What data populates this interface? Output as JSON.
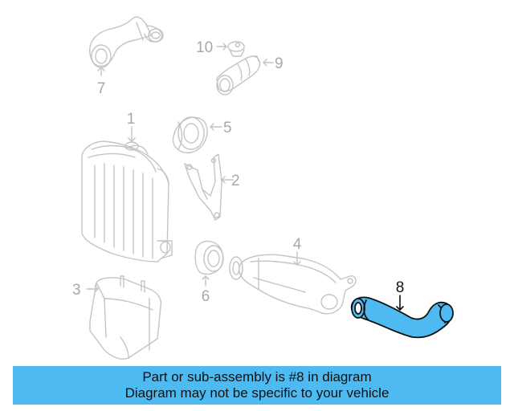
{
  "diagram": {
    "callouts": [
      {
        "id": "1",
        "label": "1"
      },
      {
        "id": "2",
        "label": "2"
      },
      {
        "id": "3",
        "label": "3"
      },
      {
        "id": "4",
        "label": "4"
      },
      {
        "id": "5",
        "label": "5"
      },
      {
        "id": "6",
        "label": "6"
      },
      {
        "id": "7",
        "label": "7"
      },
      {
        "id": "8",
        "label": "8"
      },
      {
        "id": "9",
        "label": "9"
      },
      {
        "id": "10",
        "label": "10"
      }
    ],
    "highlighted_part": "8",
    "colors": {
      "line": "#c4c4c4",
      "label": "#a8a8a8",
      "highlight_fill": "#4dbbf2",
      "highlight_stroke": "#111111",
      "caption_bg": "#4dbbf2"
    }
  },
  "caption": {
    "line1": "Part or sub-assembly is #8 in diagram",
    "line2": "Diagram may not be specific to your vehicle"
  }
}
